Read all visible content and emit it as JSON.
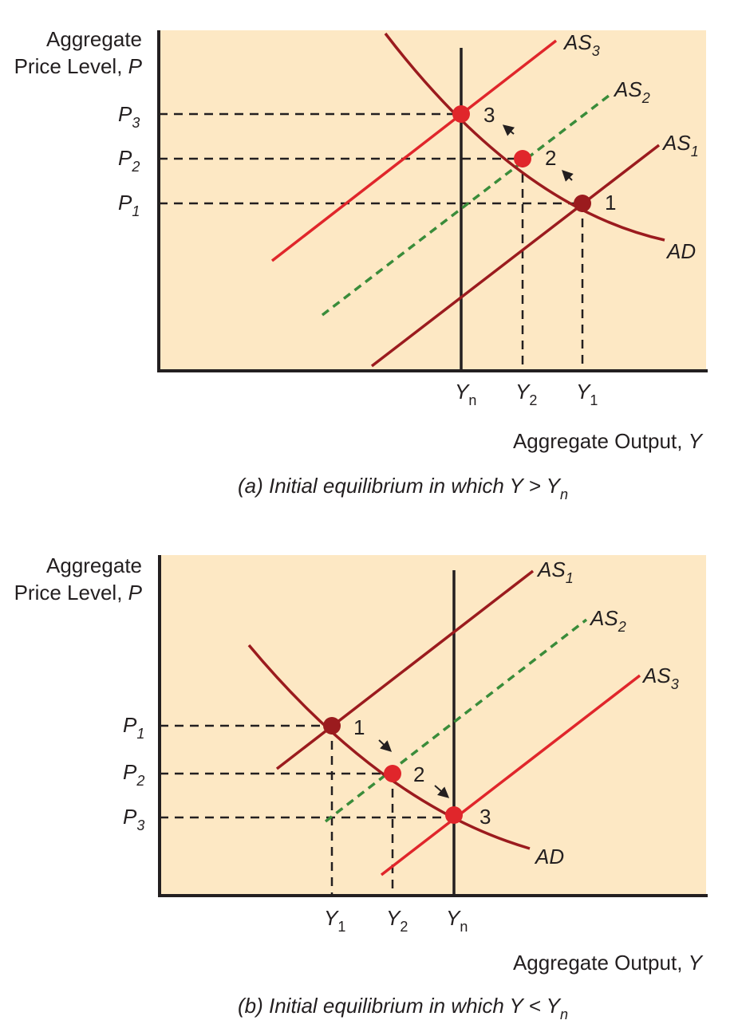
{
  "colors": {
    "panel_bg": "#fde8c4",
    "axis": "#231f20",
    "dark_red": "#9b1b1e",
    "red": "#e0262b",
    "green_dashed": "#3a8c3a",
    "point_dark": "#9b1b1e",
    "point_red": "#e0262b"
  },
  "panels": [
    {
      "id": "a",
      "y_axis_label": [
        "Aggregate",
        "Price Level, "
      ],
      "y_axis_var": "P",
      "x_axis_label": "Aggregate Output, ",
      "x_axis_var": "Y",
      "caption_text": "(a) Initial equilibrium in which Y > Y",
      "caption_sub": "n",
      "curves": [
        {
          "name": "AS",
          "sub": "3",
          "style": "red"
        },
        {
          "name": "AS",
          "sub": "2",
          "style": "green-dashed"
        },
        {
          "name": "AS",
          "sub": "1",
          "style": "dark-red"
        },
        {
          "name": "AD",
          "sub": "",
          "style": "dark-red"
        }
      ],
      "price_ticks": [
        {
          "main": "P",
          "sub": "3"
        },
        {
          "main": "P",
          "sub": "2"
        },
        {
          "main": "P",
          "sub": "1"
        }
      ],
      "output_ticks": [
        {
          "main": "Y",
          "sub": "n"
        },
        {
          "main": "Y",
          "sub": "2"
        },
        {
          "main": "Y",
          "sub": "1"
        }
      ],
      "points": [
        "3",
        "2",
        "1"
      ]
    },
    {
      "id": "b",
      "y_axis_label": [
        "Aggregate",
        "Price Level, "
      ],
      "y_axis_var": "P",
      "x_axis_label": "Aggregate Output, ",
      "x_axis_var": "Y",
      "caption_text": "(b) Initial equilibrium in which Y < Y",
      "caption_sub": "n",
      "curves": [
        {
          "name": "AS",
          "sub": "1",
          "style": "dark-red"
        },
        {
          "name": "AS",
          "sub": "2",
          "style": "green-dashed"
        },
        {
          "name": "AS",
          "sub": "3",
          "style": "red"
        },
        {
          "name": "AD",
          "sub": "",
          "style": "dark-red"
        }
      ],
      "price_ticks": [
        {
          "main": "P",
          "sub": "1"
        },
        {
          "main": "P",
          "sub": "2"
        },
        {
          "main": "P",
          "sub": "3"
        }
      ],
      "output_ticks": [
        {
          "main": "Y",
          "sub": "1"
        },
        {
          "main": "Y",
          "sub": "2"
        },
        {
          "main": "Y",
          "sub": "n"
        }
      ],
      "points": [
        "1",
        "2",
        "3"
      ]
    }
  ]
}
